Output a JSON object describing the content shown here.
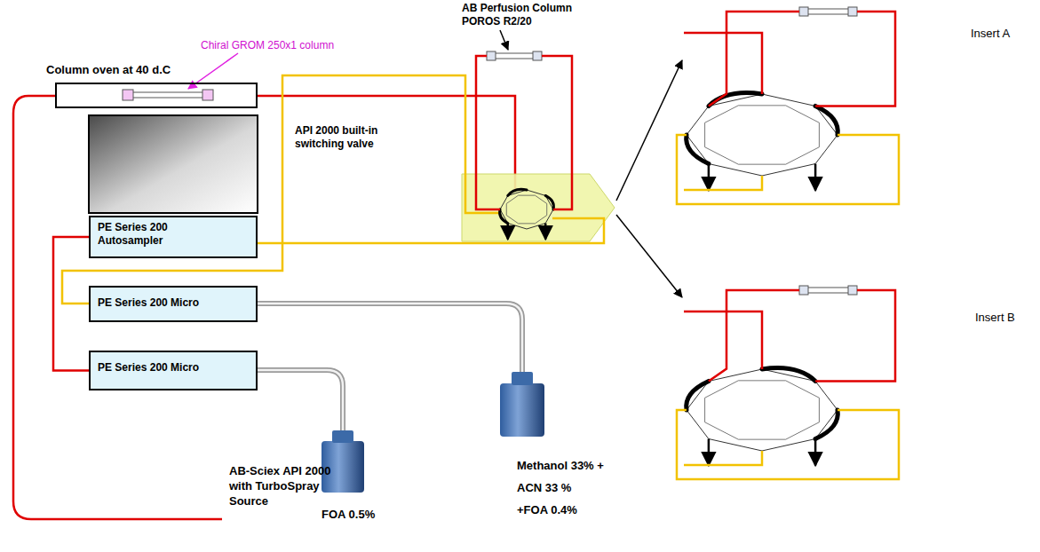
{
  "diagram": {
    "nodes": [
      {
        "text": [
          "Column oven at 40 d.C"
        ]
      },
      {
        "text": [
          "PE Series 200 Autosampler"
        ]
      },
      {
        "text": [
          "PE Series 200 Micro"
        ]
      },
      {
        "text": [
          "PE Series 200 Micro"
        ]
      }
    ],
    "edges": [
      {
        "from": 3,
        "to": 1,
        "arrow": "none"
      }
    ],
    "labels": [
      "Chiral GROM 250x1 column",
      "AB Perfusion Column POROS R2/20",
      "API 2000 built-in switching valve",
      "FOA 0.5%",
      "Methanol 33% + ACN 33 % +FOA 0.4%",
      "AB-Sciex API 2000 with TurboSpray Source",
      "Insert A",
      "Insert B"
    ]
  }
}
